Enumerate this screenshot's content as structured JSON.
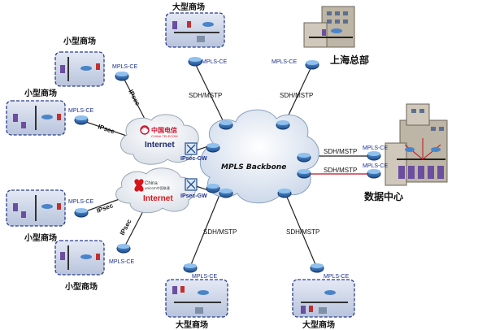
{
  "backbone": {
    "label": "MPLS Backbone"
  },
  "internet_ct": {
    "brand": "中国电信",
    "brand_sub": "CHINA TELECOM",
    "label": "Internet"
  },
  "internet_cu": {
    "brand": "China",
    "brand_sub": "unicom中国联通",
    "label": "Internet"
  },
  "gateways": {
    "top": "IPsec-GW",
    "bottom": "IPsec-GW"
  },
  "links": {
    "sdh_top_mid": "SDH/MSTP",
    "sdh_top_right": "SDH/MSTP",
    "sdh_right_1": "SDH/MSTP",
    "sdh_right_2": "SDH/MSTP",
    "sdh_bottom_mid": "SDH/MSTP",
    "sdh_bottom_right": "SDH/MSTP",
    "ipsec_1": "IPsec",
    "ipsec_2": "IPsec",
    "ipsec_3": "IPsec",
    "ipsec_4": "IPsec"
  },
  "ce": {
    "top_mall": "MPLS-CE",
    "shanghai": "MPLS-CE",
    "small_1": "MPLS-CE",
    "small_2": "MPLS-CE",
    "small_3": "MPLS-CE",
    "small_4": "MPLS-CE",
    "dc_1": "MPLS-CE",
    "dc_2": "MPLS-CE",
    "bottom_mall_1": "MPLS-CE",
    "bottom_mall_2": "MPLS-CE"
  },
  "sites": {
    "top_mall": "大型商场",
    "small_1": "小型商场",
    "small_2": "小型商场",
    "small_3": "小型商场",
    "small_4": "小型商场",
    "shanghai": "上海总部",
    "datacenter": "数据中心",
    "bottom_mall_1": "大型商场",
    "bottom_mall_2": "大型商场"
  },
  "colors": {
    "cloud": "#d8e3f0",
    "site_box": "#c8d2e6",
    "site_border": "#2a3d8f",
    "router": "#2e6fb6",
    "building": "#b9b2a4",
    "ct_red": "#c8102e",
    "cu_red": "#d7141a"
  }
}
